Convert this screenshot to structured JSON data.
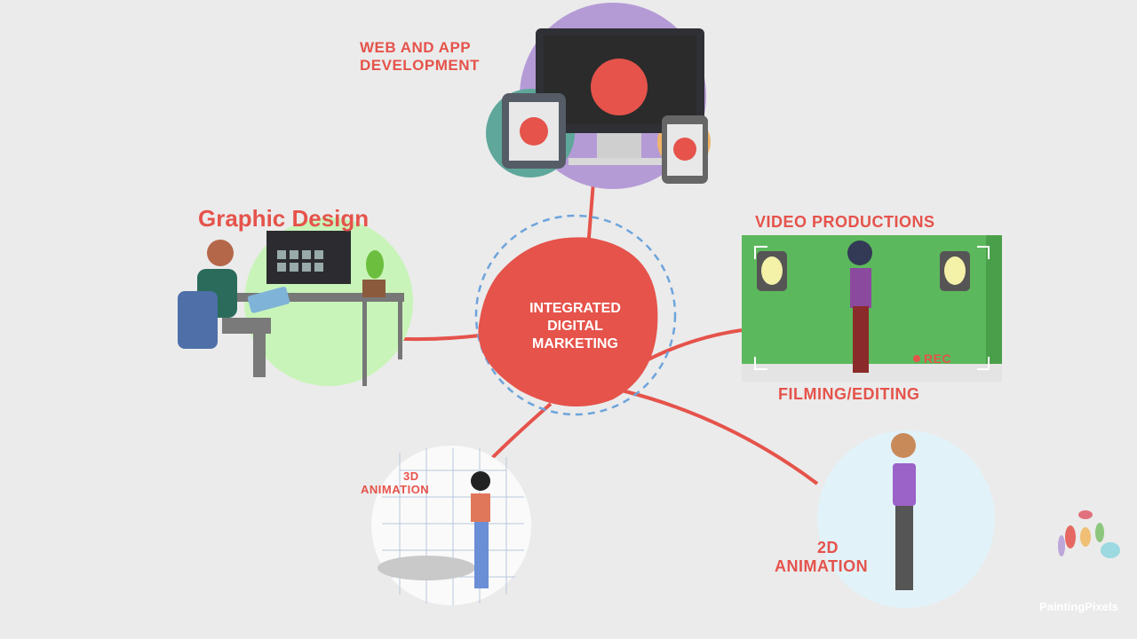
{
  "center": {
    "line1": "INTEGRATED",
    "line2": "DIGITAL",
    "line3": "MARKETING"
  },
  "nodes": {
    "web": {
      "line1": "WEB AND APP",
      "line2": "DEVELOPMENT"
    },
    "graphic": {
      "label": "Graphic Design"
    },
    "video": {
      "label": "VIDEO PRODUCTIONS",
      "sub": "FILMING/EDITING",
      "rec": "REC"
    },
    "anim3d": {
      "line1": "3D",
      "line2": "ANIMATION"
    },
    "anim2d": {
      "line1": "2D",
      "line2": "ANIMATION"
    }
  },
  "logo": {
    "text": "PaintingPixels"
  },
  "colors": {
    "accent": "#e5534b",
    "background": "#ebebeb",
    "green_screen": "#5cb85c",
    "purple": "#b59bd6"
  }
}
